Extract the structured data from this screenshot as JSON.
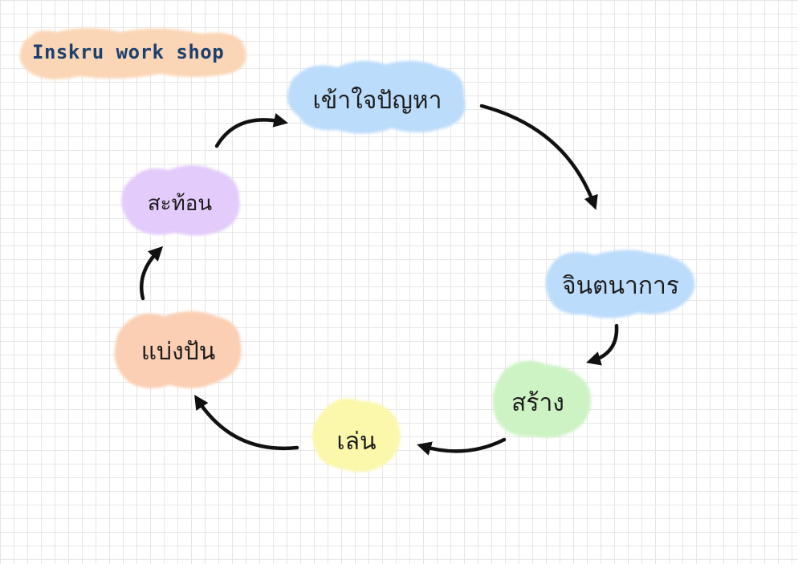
{
  "title": "Inskru work shop",
  "colors": {
    "title_bg": "#fbd6b6",
    "blue": "#bcdcfb",
    "green": "#cdf3c4",
    "yellow": "#fbf7ab",
    "peach": "#fbcfb3",
    "purple": "#e3cbfb",
    "arrow": "#111111"
  },
  "nodes": [
    {
      "id": "empathize",
      "label": "เข้าใจปัญหา",
      "color": "blue"
    },
    {
      "id": "imagine",
      "label": "จินตนาการ",
      "color": "blue"
    },
    {
      "id": "create",
      "label": "สร้าง",
      "color": "green"
    },
    {
      "id": "play",
      "label": "เล่น",
      "color": "yellow"
    },
    {
      "id": "share",
      "label": "แบ่งปัน",
      "color": "peach"
    },
    {
      "id": "reflect",
      "label": "สะท้อน",
      "color": "purple"
    }
  ]
}
